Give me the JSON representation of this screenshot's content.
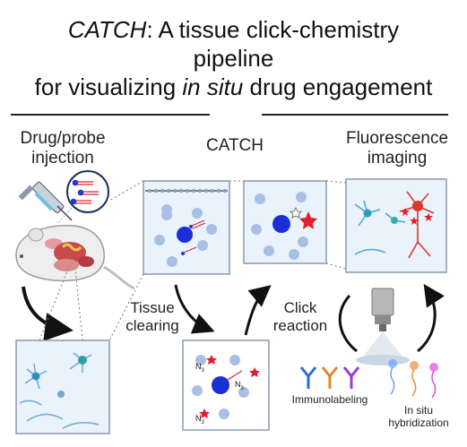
{
  "title": {
    "line1_em": "CATCH",
    "line1_rest": ": A tissue click-chemistry",
    "line2": "pipeline",
    "line3_pre": "for visualizing ",
    "line3_em": "in situ",
    "line3_post": " drug engagement"
  },
  "sections": {
    "drug_probe_line1": "Drug/probe",
    "drug_probe_line2": "injection",
    "catch": "CATCH",
    "fluorescence_line1": "Fluorescence",
    "fluorescence_line2": "imaging"
  },
  "steps": {
    "tissue_line1": "Tissue",
    "tissue_line2": "clearing",
    "click_line1": "Click",
    "click_line2": "reaction"
  },
  "labels": {
    "azide1": "N",
    "azide2": "N",
    "azide3": "N",
    "azide_sub": "3",
    "immunolabeling": "Immunolabeling",
    "ish_line1": "In situ",
    "ish_line2": "hybridization"
  },
  "colors": {
    "cell_blue": "#1b2fd8",
    "receptor_blue": "#a8c0e6",
    "click_red": "#e0202e",
    "panel_bg": "#eaf2fb",
    "neuron_red": "#d83a2a",
    "neuron_teal": "#4aa7c8"
  }
}
